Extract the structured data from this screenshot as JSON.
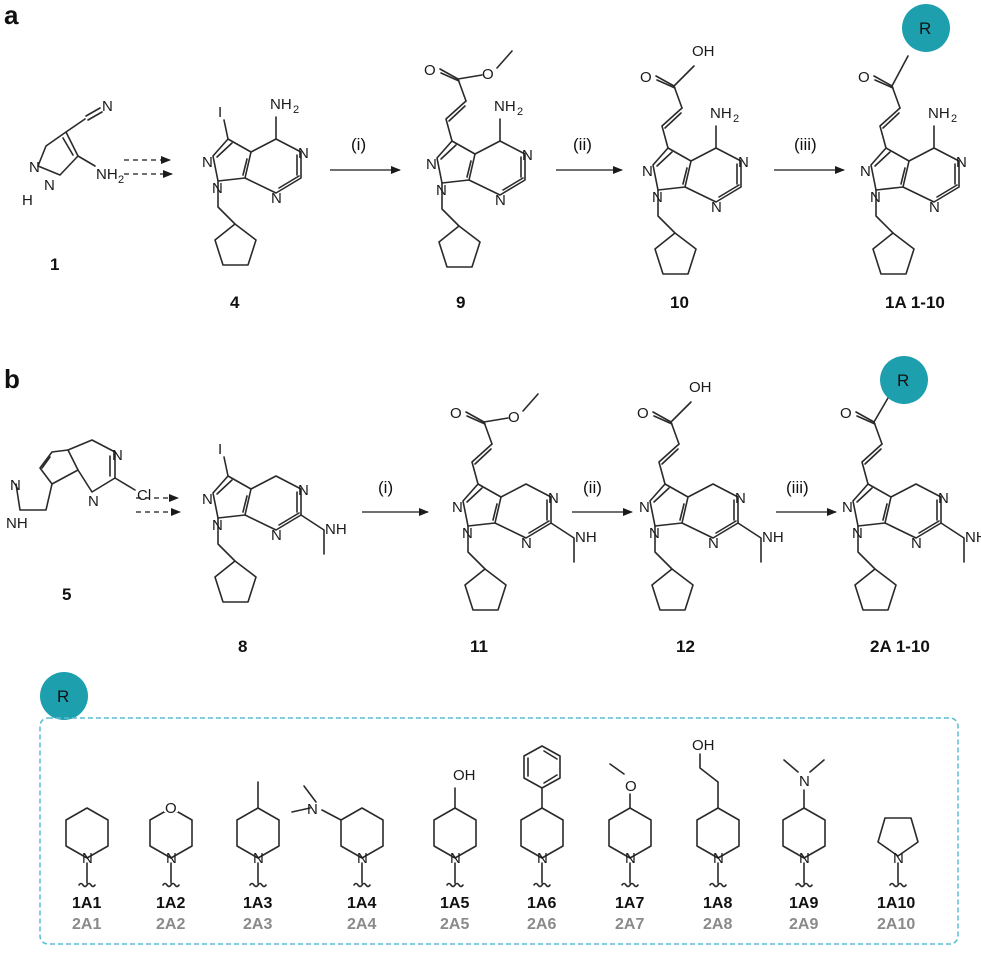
{
  "panel_a": {
    "label": "a",
    "compounds": [
      "1",
      "4",
      "9",
      "10",
      "1A 1-10"
    ],
    "steps": [
      "(i)",
      "(ii)",
      "(iii)"
    ]
  },
  "panel_b": {
    "label": "b",
    "compounds": [
      "5",
      "8",
      "11",
      "12",
      "2A 1-10"
    ],
    "steps": [
      "(i)",
      "(ii)",
      "(iii)"
    ]
  },
  "r_group": {
    "symbol": "R",
    "color": "#1e9fae",
    "box_border_color": "#5bbcd3",
    "items": [
      {
        "label_1a": "1A1",
        "label_2a": "2A1"
      },
      {
        "label_1a": "1A2",
        "label_2a": "2A2"
      },
      {
        "label_1a": "1A3",
        "label_2a": "2A3"
      },
      {
        "label_1a": "1A4",
        "label_2a": "2A4"
      },
      {
        "label_1a": "1A5",
        "label_2a": "2A5"
      },
      {
        "label_1a": "1A6",
        "label_2a": "2A6"
      },
      {
        "label_1a": "1A7",
        "label_2a": "2A7"
      },
      {
        "label_1a": "1A8",
        "label_2a": "2A8"
      },
      {
        "label_1a": "1A9",
        "label_2a": "2A9"
      },
      {
        "label_1a": "1A10",
        "label_2a": "2A10"
      }
    ]
  },
  "atoms": {
    "N": "N",
    "NH": "NH",
    "H": "H",
    "NH2": "NH",
    "two": "2",
    "I": "I",
    "O": "O",
    "OH": "OH",
    "Cl": "Cl"
  }
}
